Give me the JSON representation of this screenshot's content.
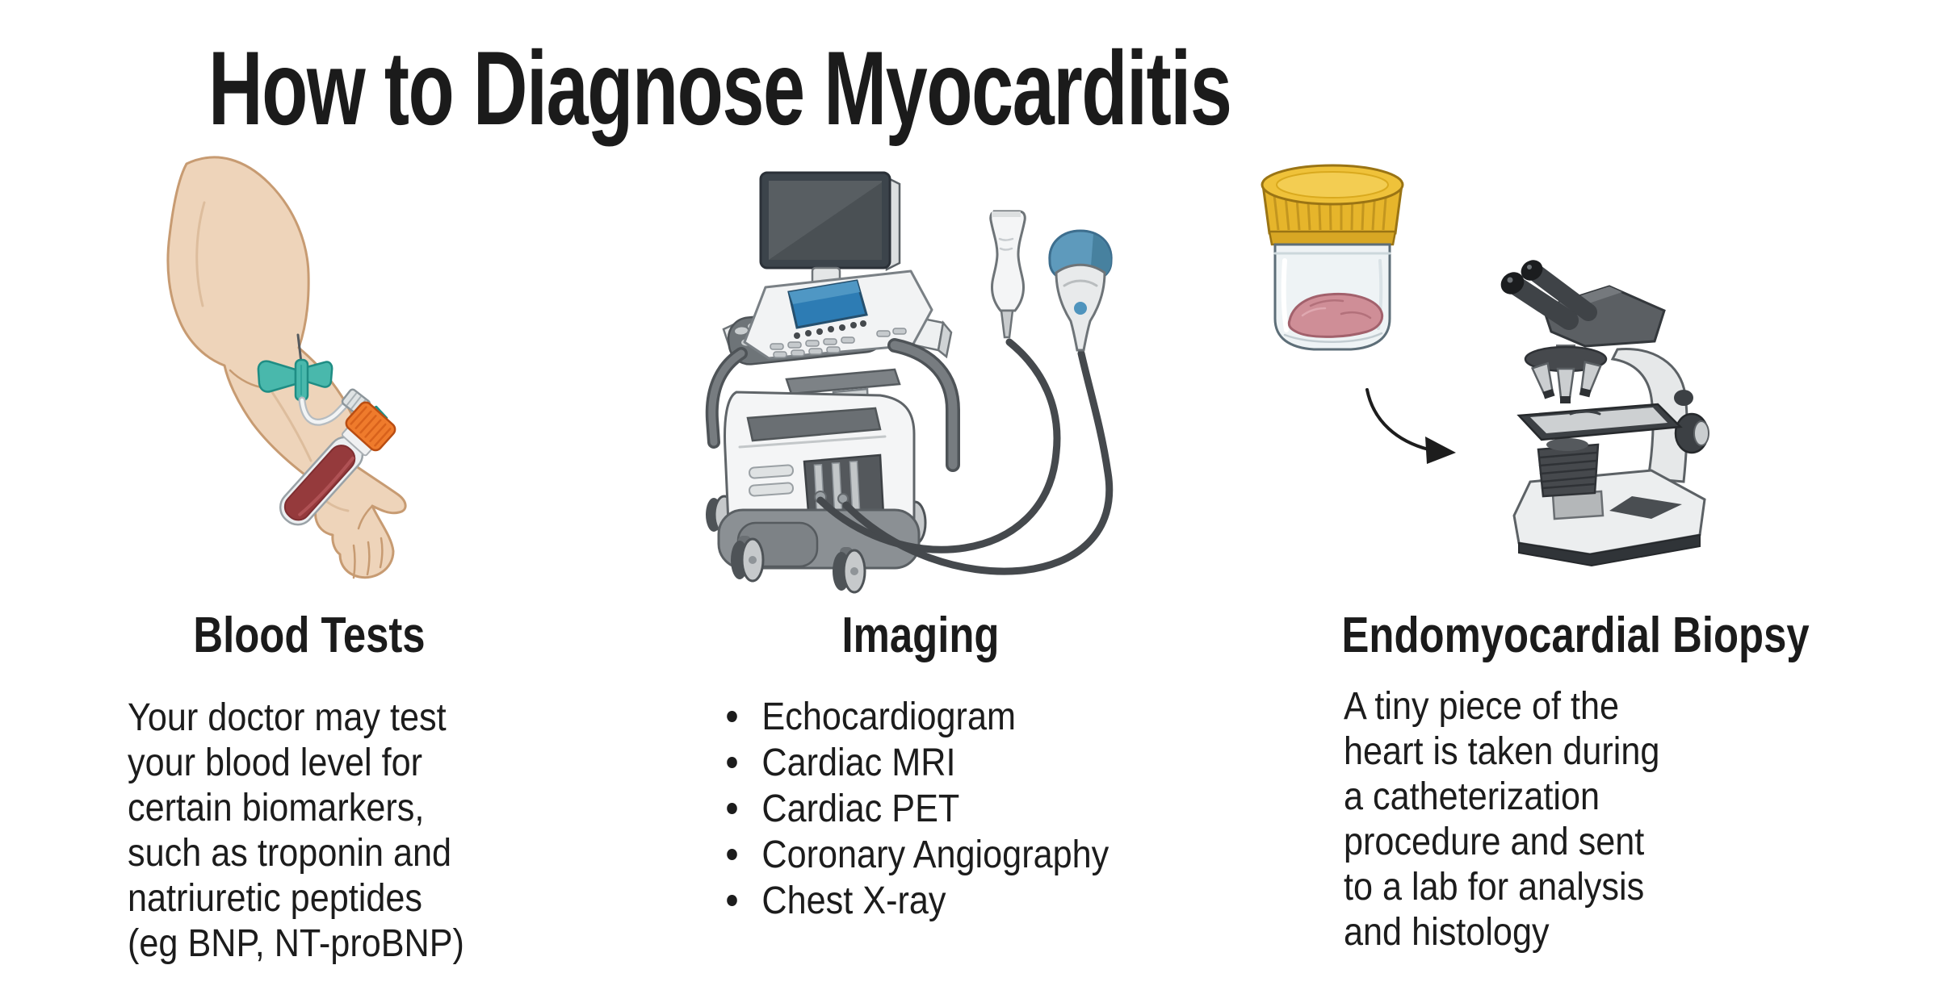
{
  "title": "How to Diagnose Myocarditis",
  "colors": {
    "background": "#ffffff",
    "text": "#1b1b1b",
    "skin": "#eed4ba",
    "skin_outline": "#c79b72",
    "needle_teal": "#49b8ac",
    "tube_cap_orange": "#ef7b2c",
    "blood_red": "#953a3c",
    "screen_blue": "#2d7cb4",
    "machine_gray": "#6e7478",
    "cable_gray": "#45494d",
    "jar_lid_yellow": "#e6b52b",
    "tissue_pink": "#cf8e97",
    "microscope_dark": "#3c4044",
    "microscope_light": "#e8eaeb"
  },
  "sections": [
    {
      "id": "blood-tests",
      "heading": "Blood Tests",
      "body": "Your doctor may test\nyour blood level for\ncertain biomarkers,\nsuch as troponin and\nnatriuretic peptides\n(eg BNP, NT-proBNP)",
      "illustration": "arm-blood-draw-butterfly-needle-and-blood-tube"
    },
    {
      "id": "imaging",
      "heading": "Imaging",
      "items": [
        "Echocardiogram",
        "Cardiac MRI",
        "Cardiac PET",
        "Coronary Angiography",
        "Chest X-ray"
      ],
      "illustration": "ultrasound-machine-with-two-transducer-probes"
    },
    {
      "id": "endomyocardial-biopsy",
      "heading": "Endomyocardial Biopsy",
      "body": "A tiny piece of the\nheart is taken during\na catheterization\nprocedure and sent\nto a lab for analysis\nand histology",
      "illustration": "specimen-jar-with-tissue-arrow-and-microscope"
    }
  ]
}
